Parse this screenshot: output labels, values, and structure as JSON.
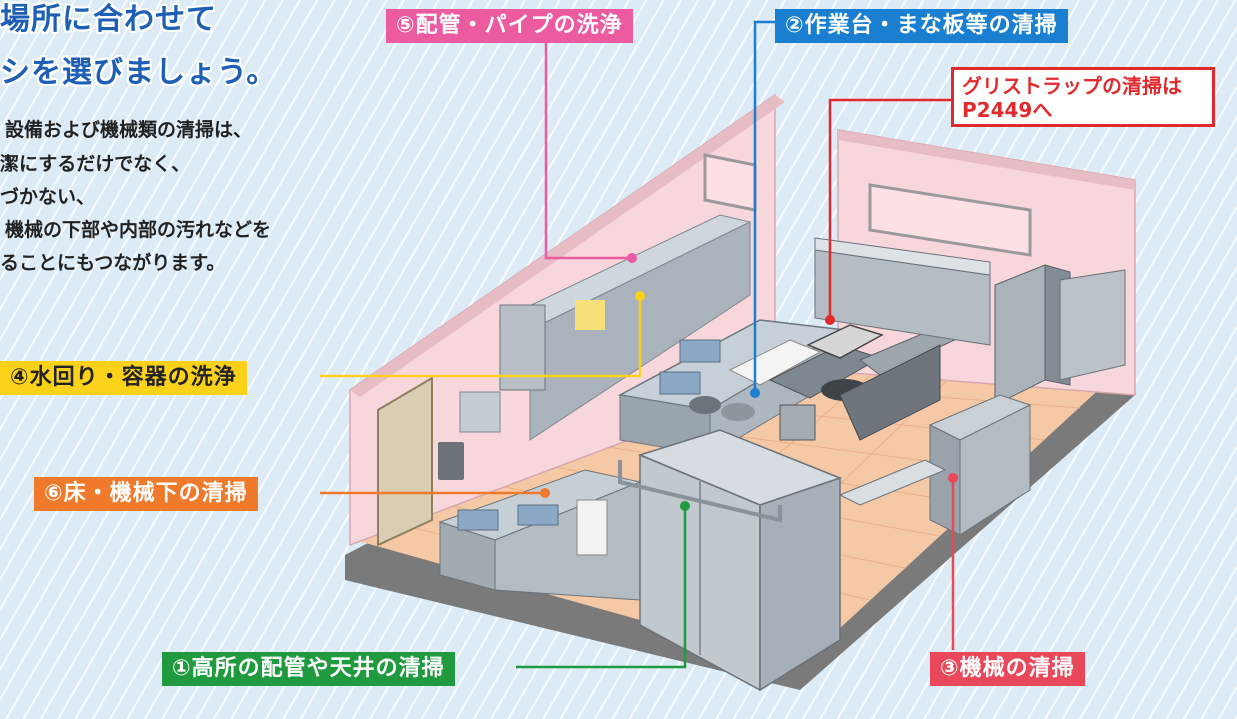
{
  "heading": {
    "line1": "場所に合わせて",
    "line2": "シを選びましょう。"
  },
  "description": [
    "設備および機械類の清掃は、",
    "潔にするだけでなく、",
    "づかない、",
    "機械の下部や内部の汚れなどを",
    "ることにもつながります。"
  ],
  "labels": {
    "high_ceiling": "①高所の配管や天井の清掃",
    "worktable": "②作業台・まな板等の清掃",
    "machine": "③機械の清掃",
    "water_area": "④水回り・容器の洗浄",
    "piping": "⑤配管・パイプの洗浄",
    "floor": "⑥床・機械下の清掃"
  },
  "grease_trap": {
    "line1": "グリストラップの清掃は",
    "line2": "P2449へ"
  },
  "colors": {
    "high_ceiling": "#1f9a3e",
    "worktable": "#1a7fd0",
    "machine": "#e8485a",
    "water_area": "#fbd11a",
    "piping": "#ec5aa0",
    "floor": "#f07a2b",
    "grease": "#e02a2e",
    "title": "#1e5fb6"
  }
}
